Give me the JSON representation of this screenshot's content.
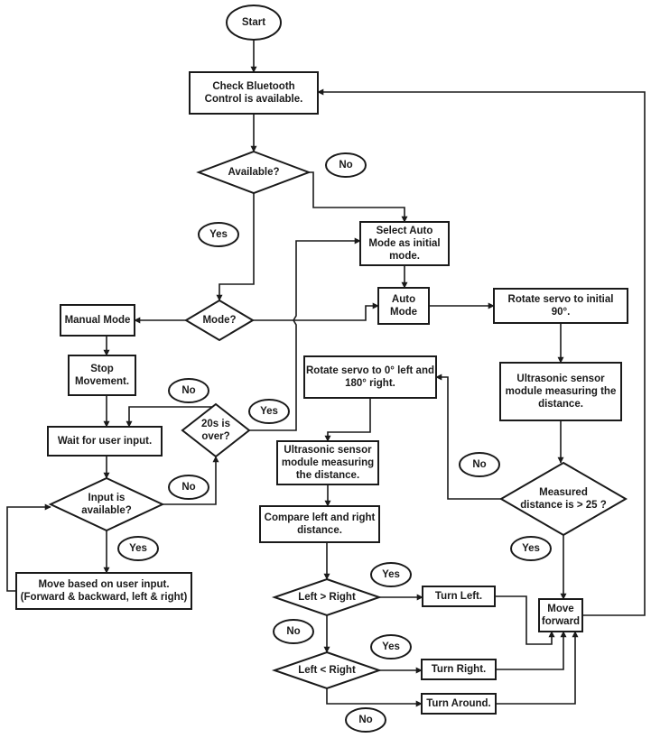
{
  "nodes": {
    "start": [
      "Start"
    ],
    "check_bluetooth": [
      "Check Bluetooth",
      "Control  is available."
    ],
    "available": [
      "Available?"
    ],
    "select_auto": [
      "Select Auto",
      "Mode as initial",
      "mode."
    ],
    "mode": [
      "Mode?"
    ],
    "manual_mode": [
      "Manual Mode"
    ],
    "auto_mode": [
      "Auto",
      "Mode"
    ],
    "rotate_servo_initial": [
      "Rotate servo to initial",
      "90°."
    ],
    "stop_movement": [
      "Stop",
      "Movement."
    ],
    "ultrasonic_right": [
      "Ultrasonic sensor",
      "module measuring the",
      "distance."
    ],
    "rotate_servo_lr": [
      "Rotate servo to 0° left and",
      "180° right."
    ],
    "wait_input": [
      "Wait for user input."
    ],
    "twenty_s": [
      "20s is",
      "over?"
    ],
    "ultrasonic_mid": [
      "Ultrasonic sensor",
      "module measuring",
      "the distance."
    ],
    "input_available": [
      "Input is",
      "available?"
    ],
    "measured": [
      "Measured",
      "distance is > 25 ?"
    ],
    "compare": [
      "Compare left and right",
      "distance."
    ],
    "move_user": [
      "Move based on user input.",
      "(Forward & backward, left & right)"
    ],
    "left_gt_right": [
      "Left  > Right"
    ],
    "turn_left": [
      "Turn Left."
    ],
    "move_forward": [
      "Move",
      "forward"
    ],
    "left_lt_right": [
      "Left < Right"
    ],
    "turn_right": [
      "Turn Right."
    ],
    "turn_around": [
      "Turn Around."
    ]
  },
  "labels": {
    "no_available": "No",
    "yes_available": "Yes",
    "no_20s": "No",
    "yes_20s": "Yes",
    "no_input": "No",
    "yes_input": "Yes",
    "no_measured": "No",
    "yes_measured": "Yes",
    "yes_left_gt": "Yes",
    "no_left_gt": "No",
    "yes_left_lt": "Yes",
    "no_left_lt": "No"
  }
}
